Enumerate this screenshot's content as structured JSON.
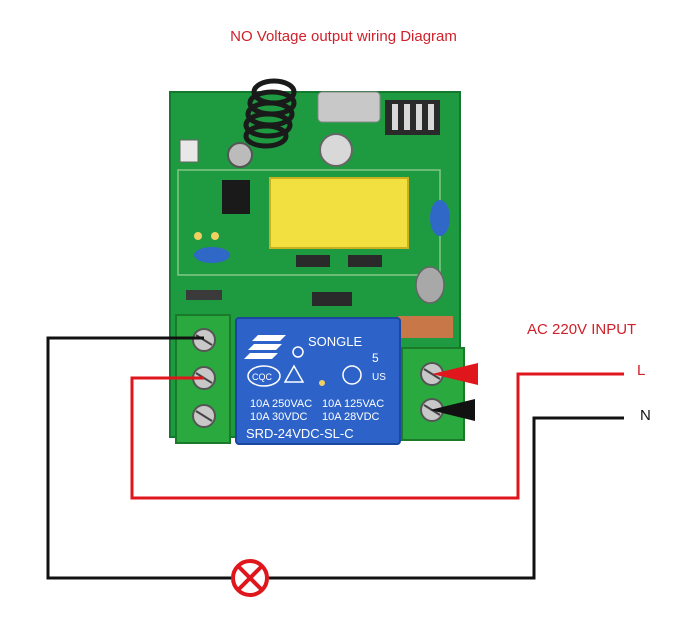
{
  "title": "NO Voltage output wiring Diagram",
  "input_label": "AC 220V INPUT",
  "line_label": "L",
  "neutral_label": "N",
  "relay": {
    "brand": "SONGLE",
    "rating_left_1": "10A 250VAC",
    "rating_left_2": "10A 30VDC",
    "rating_right_1": "10A 125VAC",
    "rating_right_2": "10A 28VDC",
    "model": "SRD-24VDC-SL-C",
    "cert": "CQC",
    "mark": "5",
    "mark_sub": "US"
  },
  "colors": {
    "title": "#d0202a",
    "live_wire": "#e0161d",
    "neutral_wire": "#111111",
    "pcb": "#1e9a40",
    "relay": "#2d63c8",
    "terminal": "#2aaa3e",
    "lamp": "#e0161d"
  },
  "lamp_icon": "lamp-icon"
}
